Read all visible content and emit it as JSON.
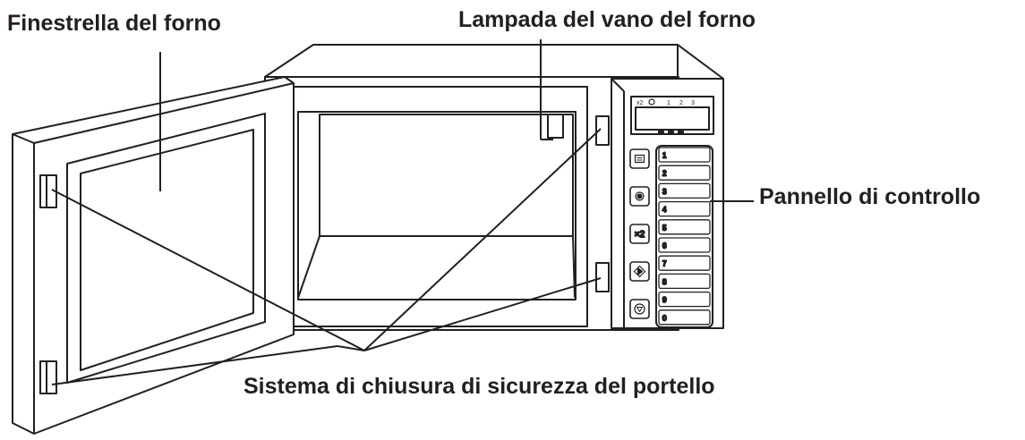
{
  "labels": {
    "window": "Finestrella del forno",
    "lamp": "Lampada del vano del forno",
    "panel": "Pannello di controllo",
    "lock": "Sistema di chiusura di sicurezza del portello"
  },
  "panel": {
    "display_top_text": "x2",
    "display_indicators": [
      "1",
      "2",
      "3"
    ],
    "left_buttons": [
      {
        "name": "menu-button",
        "icon": "menu-icon"
      },
      {
        "name": "start-dot-button",
        "icon": "dot-icon"
      },
      {
        "name": "x2-button",
        "icon": "x2",
        "text": "×2"
      },
      {
        "name": "start-button",
        "icon": "diamond-start-icon"
      },
      {
        "name": "stop-button",
        "icon": "stop-icon"
      }
    ],
    "number_keys": [
      "1",
      "2",
      "3",
      "4",
      "5",
      "6",
      "7",
      "8",
      "9",
      "0"
    ]
  }
}
